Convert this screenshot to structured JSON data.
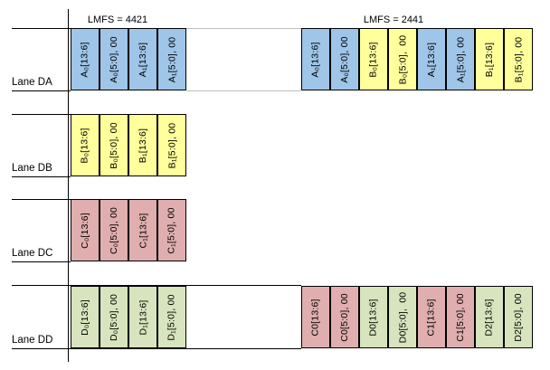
{
  "headers": [
    {
      "label": "LMFS = 4421"
    },
    {
      "label": "LMFS = 2441"
    }
  ],
  "colors": {
    "blue": "#9FC5E8",
    "yellow": "#FFFF9C",
    "pink": "#E0AEAE",
    "green": "#D7E4BD",
    "line_black": "#000000",
    "line_gray": "#BFBFBF"
  },
  "lanes": [
    {
      "label": "Lane DA",
      "groups": [
        {
          "cells": [
            {
              "text": "A₀[13:6]",
              "color": "blue"
            },
            {
              "text": "A₀[5:0], 00",
              "color": "blue"
            },
            {
              "text": "A₁[13:6]",
              "color": "blue"
            },
            {
              "text": "A₁[5:0], 00",
              "color": "blue"
            }
          ]
        },
        {
          "cells": [
            {
              "text": "A₀[13:6]",
              "color": "blue"
            },
            {
              "text": "A₀[5:0], 00",
              "color": "blue"
            },
            {
              "text": "B₀[13:6]",
              "color": "yellow"
            },
            {
              "text": "B₀[5:0],  00",
              "color": "yellow"
            },
            {
              "text": "A₁[13:6]",
              "color": "blue"
            },
            {
              "text": "A₁[5:0], 00",
              "color": "blue"
            },
            {
              "text": "B₁[13:6]",
              "color": "yellow"
            },
            {
              "text": "B₁[5:0], 00",
              "color": "yellow"
            }
          ]
        }
      ]
    },
    {
      "label": "Lane DB",
      "groups": [
        {
          "cells": [
            {
              "text": "B₀[13:6]",
              "color": "yellow"
            },
            {
              "text": "B₀[5:0], 00",
              "color": "yellow"
            },
            {
              "text": "B₁[13:6]",
              "color": "yellow"
            },
            {
              "text": "B₁[5:0], 00",
              "color": "yellow"
            }
          ]
        }
      ]
    },
    {
      "label": "Lane DC",
      "groups": [
        {
          "cells": [
            {
              "text": "C₀[13:6]",
              "color": "pink"
            },
            {
              "text": "C₀[5:0], 00",
              "color": "pink"
            },
            {
              "text": "C₁[13:6]",
              "color": "pink"
            },
            {
              "text": "C₁[5:0], 00",
              "color": "pink"
            }
          ]
        }
      ]
    },
    {
      "label": "Lane DD",
      "groups": [
        {
          "cells": [
            {
              "text": "D₀[13:6]",
              "color": "green"
            },
            {
              "text": "D₀[5:0], 00",
              "color": "green"
            },
            {
              "text": "D₁[13:6]",
              "color": "green"
            },
            {
              "text": "D₁[5:0], 00",
              "color": "green"
            }
          ]
        },
        {
          "cells": [
            {
              "text": "C0[13:6]",
              "color": "pink"
            },
            {
              "text": "C0[5:0], 00",
              "color": "pink"
            },
            {
              "text": "D0[13:6]",
              "color": "green"
            },
            {
              "text": "D0[5:0],  00",
              "color": "green"
            },
            {
              "text": "C1[13:6]",
              "color": "pink"
            },
            {
              "text": "C1[5:0], 00",
              "color": "pink"
            },
            {
              "text": "D2[13:6]",
              "color": "green"
            },
            {
              "text": "D2[5:0], 00",
              "color": "green"
            }
          ]
        }
      ]
    }
  ]
}
